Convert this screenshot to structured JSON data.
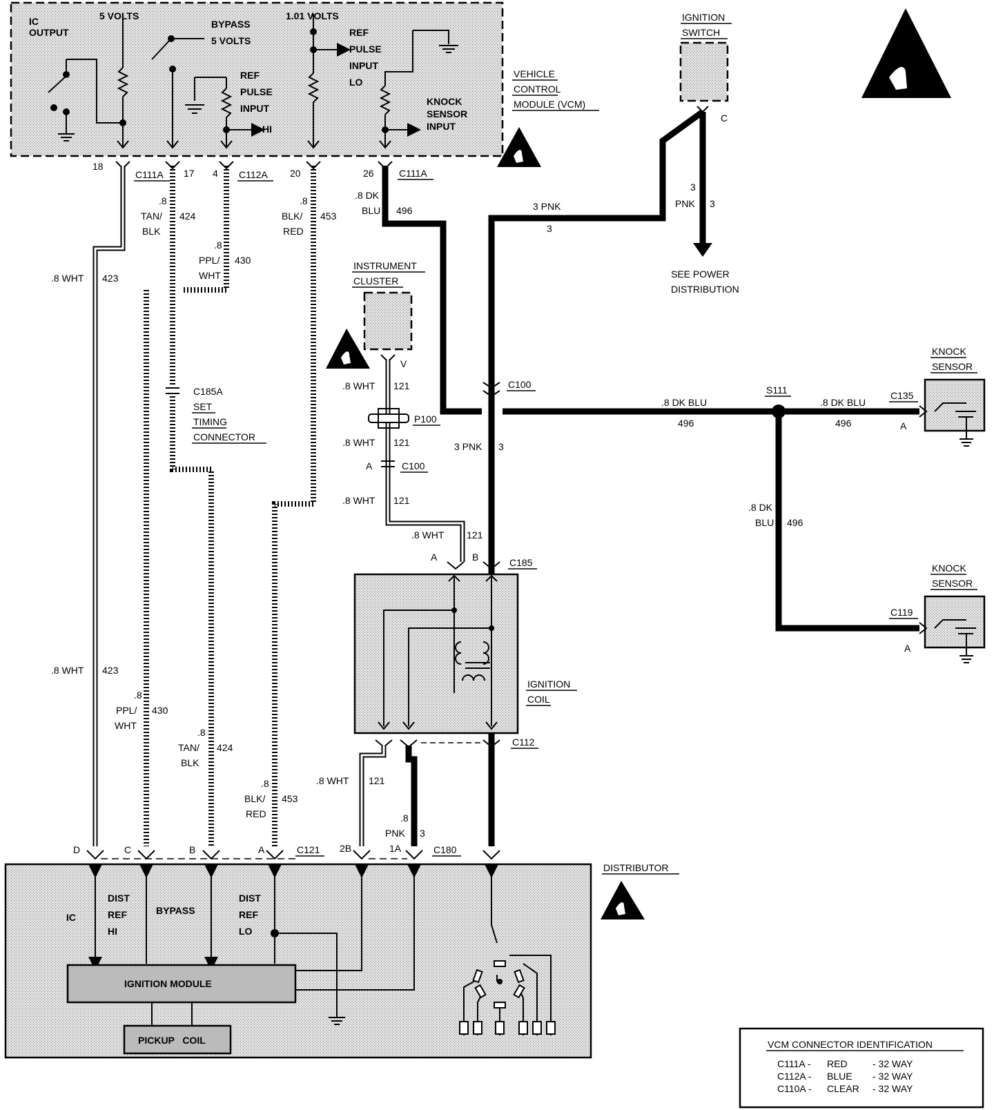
{
  "vcm": {
    "title_lines": [
      "VEHICLE",
      "CONTROL",
      "MODULE (VCM)"
    ],
    "ic_output": [
      "IC",
      "OUTPUT"
    ],
    "five_volts": "5 VOLTS",
    "bypass": [
      "BYPASS",
      "5 VOLTS"
    ],
    "ref_hi": [
      "REF",
      "PULSE",
      "INPUT",
      "HI"
    ],
    "one_volts": "1.01 VOLTS",
    "ref_lo": [
      "REF",
      "PULSE",
      "INPUT",
      "LO"
    ],
    "knock": [
      "KNOCK",
      "SENSOR",
      "INPUT"
    ]
  },
  "pins": {
    "p18": "18",
    "c111a_1": "C111A",
    "p17": "17",
    "p4": "4",
    "c112a": "C112A",
    "p20": "20",
    "p26": "26",
    "c111a_2": "C111A"
  },
  "wires": {
    "w8": ".8",
    "tan": "TAN/",
    "blk": "BLK",
    "c424": "424",
    "ppl": "PPL/",
    "wht": "WHT",
    "c430": "430",
    "blk2": "BLK/",
    "red": "RED",
    "c453": "453",
    "dk": ".8 DK",
    "blu": "BLU",
    "c496": "496",
    "wht8": ".8 WHT",
    "c423": "423",
    "c121": "121",
    "pnk3": "3 PNK",
    "c3": "3",
    "pnk": "PNK",
    "dkblu": ".8 DK BLU",
    "c8": ".8"
  },
  "ignition_switch": [
    "IGNITION",
    "SWITCH"
  ],
  "switch_pin": "C",
  "see_power": [
    "SEE POWER",
    "DISTRIBUTION"
  ],
  "instrument_cluster": [
    "INSTRUMENT",
    "CLUSTER"
  ],
  "cluster_pin": "V",
  "c185a": [
    "C185A",
    "SET",
    "TIMING",
    "CONNECTOR"
  ],
  "p100": "P100",
  "c100": "C100",
  "pin_a": "A",
  "pin_b": "B",
  "c185": "C185",
  "ignition_coil": [
    "IGNITION",
    "COIL"
  ],
  "c112": "C112",
  "s111": "S111",
  "knock_sensor": [
    "KNOCK",
    "SENSOR"
  ],
  "c135": "C135",
  "c119": "C119",
  "dist_pins": {
    "d": "D",
    "c": "C",
    "b": "B",
    "a": "A",
    "c121": "C121",
    "p2b": "2B",
    "p1a": "1A",
    "c180": "C180"
  },
  "distributor": {
    "title": "DISTRIBUTOR",
    "ic": "IC",
    "dist_ref_hi": [
      "DIST",
      "REF",
      "HI"
    ],
    "bypass": "BYPASS",
    "dist_ref_lo": [
      "DIST",
      "REF",
      "LO"
    ],
    "ignition_module": "IGNITION MODULE",
    "pickup_coil": "PICKUP   COIL"
  },
  "legend": {
    "title": "VCM CONNECTOR IDENTIFICATION",
    "rows": [
      {
        "conn": "C111A -",
        "color": "RED",
        "way": "- 32 WAY"
      },
      {
        "conn": "C112A -",
        "color": "BLUE",
        "way": "- 32 WAY"
      },
      {
        "conn": "C110A -",
        "color": "CLEAR",
        "way": "- 32 WAY"
      }
    ]
  }
}
